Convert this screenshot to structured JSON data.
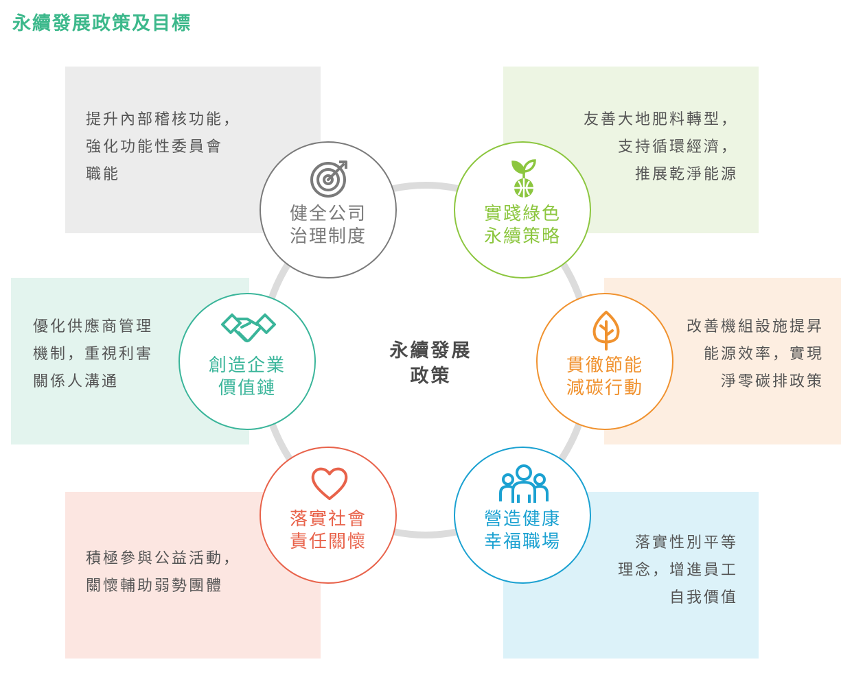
{
  "title": "永續發展政策及目標",
  "center": {
    "line1": "永續發展",
    "line2": "政策"
  },
  "colors": {
    "title": "#3cb88b",
    "governance": "#7a7a7a",
    "green": "#8cc63f",
    "energy": "#f0922f",
    "supply": "#3ab59a",
    "social": "#e8624a",
    "workplace": "#1ba1d1",
    "ring": "#dcdcdc"
  },
  "pillars": {
    "governance": {
      "line1": "健全公司",
      "line2": "治理制度",
      "icon": "target-icon",
      "desc": "提升內部稽核功能，\n強化功能性委員會\n職能"
    },
    "green": {
      "line1": "實踐綠色",
      "line2": "永續策略",
      "icon": "sprout-globe-icon",
      "desc": "友善大地肥料轉型，\n支持循環經濟，\n推展乾淨能源"
    },
    "energy": {
      "line1": "貫徹節能",
      "line2": "減碳行動",
      "icon": "leaf-icon",
      "desc": "改善機組設施提昇\n能源效率，實現\n淨零碳排政策"
    },
    "supply": {
      "line1": "創造企業",
      "line2": "價值鏈",
      "icon": "handshake-icon",
      "desc": "優化供應商管理\n機制，重視利害\n關係人溝通"
    },
    "social": {
      "line1": "落實社會",
      "line2": "責任關懷",
      "icon": "heart-icon",
      "desc": "積極參與公益活動，\n關懷輔助弱勢團體"
    },
    "workplace": {
      "line1": "營造健康",
      "line2": "幸福職場",
      "icon": "people-group-icon",
      "desc": "落實性別平等\n理念，增進員工\n自我價值"
    }
  }
}
